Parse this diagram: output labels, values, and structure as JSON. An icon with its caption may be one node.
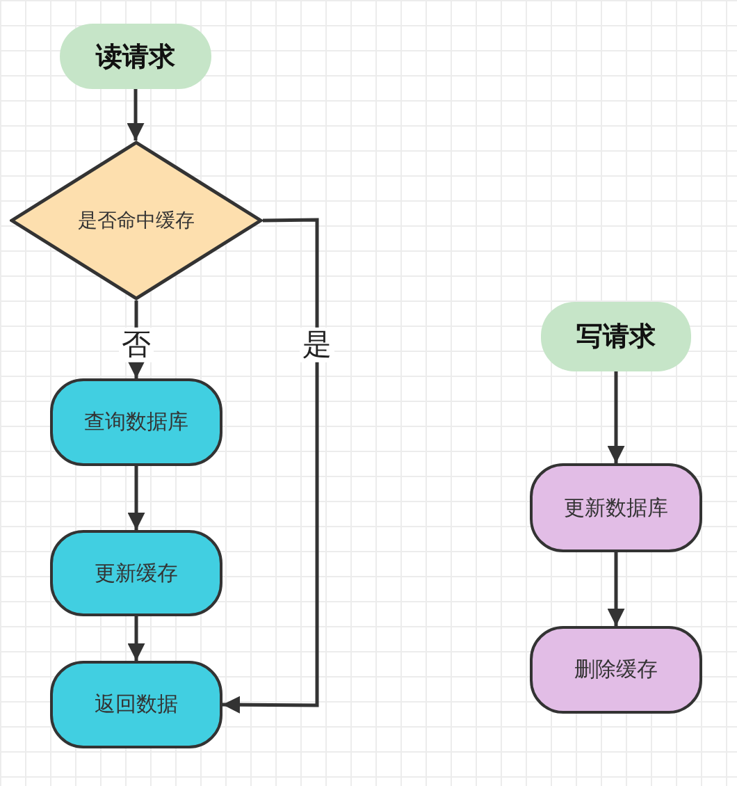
{
  "diagram": {
    "nodes": [
      {
        "text": [
          "读请求"
        ]
      },
      {
        "text": [
          "是否命中缓存"
        ]
      },
      {
        "text": [
          "查询数据库"
        ]
      },
      {
        "text": [
          "更新缓存"
        ]
      },
      {
        "text": [
          "返回数据"
        ]
      },
      {
        "text": [
          "写请求"
        ]
      },
      {
        "text": [
          "更新数据库"
        ]
      },
      {
        "text": [
          "删除缓存"
        ]
      }
    ],
    "edges": [
      {
        "from": 0,
        "to": 1,
        "arrow": "to"
      },
      {
        "from": 1,
        "to": 2,
        "arrow": "to",
        "label": "否"
      },
      {
        "from": 1,
        "to": 4,
        "arrow": "to",
        "label": "是"
      },
      {
        "from": 2,
        "to": 3,
        "arrow": "to"
      },
      {
        "from": 3,
        "to": 4,
        "arrow": "to"
      },
      {
        "from": 5,
        "to": 6,
        "arrow": "to"
      },
      {
        "from": 6,
        "to": 7,
        "arrow": "to"
      }
    ]
  }
}
